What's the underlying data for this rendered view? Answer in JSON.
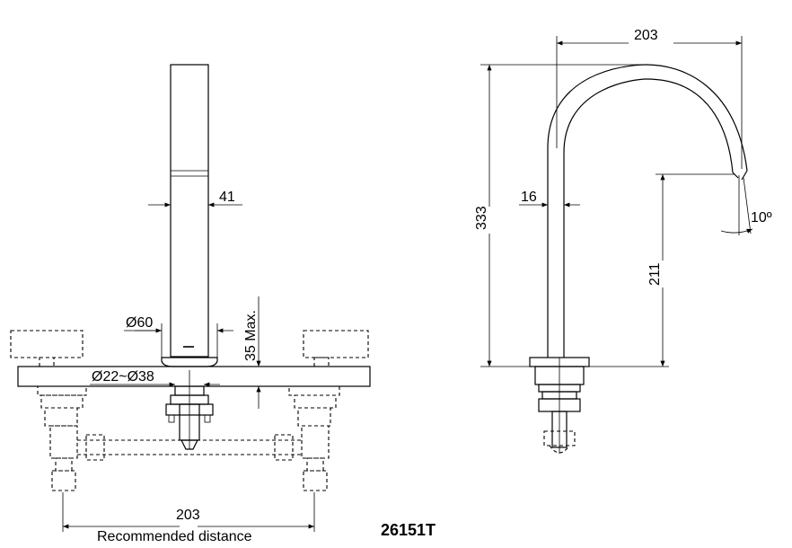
{
  "drawing": {
    "model_number": "26151T",
    "front_view": {
      "spout_width": "41",
      "base_diameter": "Ø60",
      "hole_diameter_range": "Ø22~Ø38",
      "deck_thickness": "35 Max.",
      "handle_spacing": "203",
      "handle_spacing_caption": "Recommended distance"
    },
    "side_view": {
      "spout_reach": "203",
      "overall_height": "333",
      "outlet_height": "211",
      "spout_diameter": "16",
      "outlet_angle": "10º"
    }
  }
}
